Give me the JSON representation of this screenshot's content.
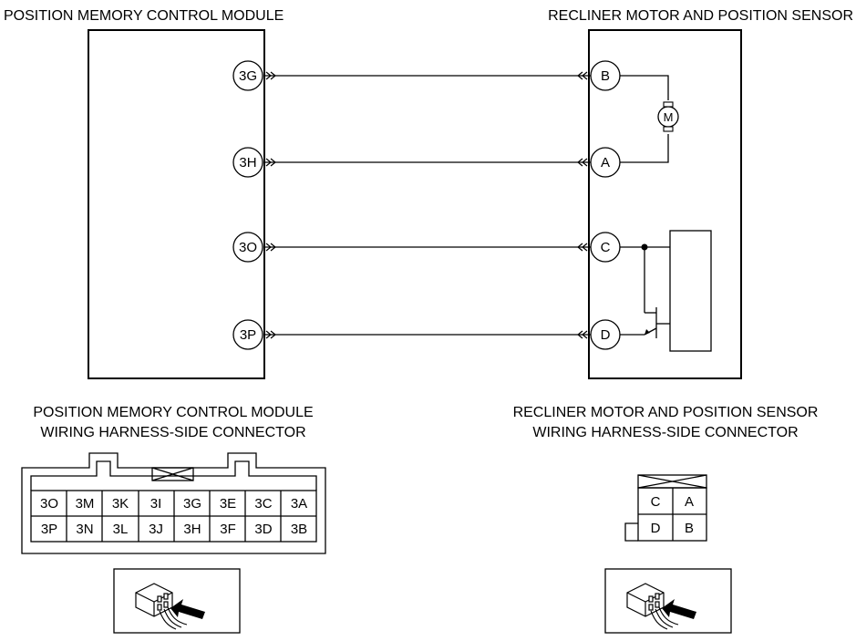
{
  "left_module": {
    "title": "POSITION MEMORY CONTROL MODULE",
    "pins": [
      "3G",
      "3H",
      "3O",
      "3P"
    ]
  },
  "right_module": {
    "title": "RECLINER MOTOR AND POSITION SENSOR",
    "pins": [
      "B",
      "A",
      "C",
      "D"
    ],
    "motor_symbol": "M"
  },
  "left_connector": {
    "title_line1": "POSITION MEMORY CONTROL MODULE",
    "title_line2": "WIRING HARNESS-SIDE CONNECTOR",
    "row1": [
      "3O",
      "3M",
      "3K",
      "3I",
      "3G",
      "3E",
      "3C",
      "3A"
    ],
    "row2": [
      "3P",
      "3N",
      "3L",
      "3J",
      "3H",
      "3F",
      "3D",
      "3B"
    ]
  },
  "right_connector": {
    "title_line1": "RECLINER MOTOR AND POSITION SENSOR",
    "title_line2": "WIRING HARNESS-SIDE CONNECTOR",
    "row1": [
      "C",
      "A"
    ],
    "row2": [
      "D",
      "B"
    ]
  },
  "icons": {
    "connector_view": "connector-view-arrow-icon",
    "motor": "motor-icon",
    "transistor": "transistor-icon"
  }
}
